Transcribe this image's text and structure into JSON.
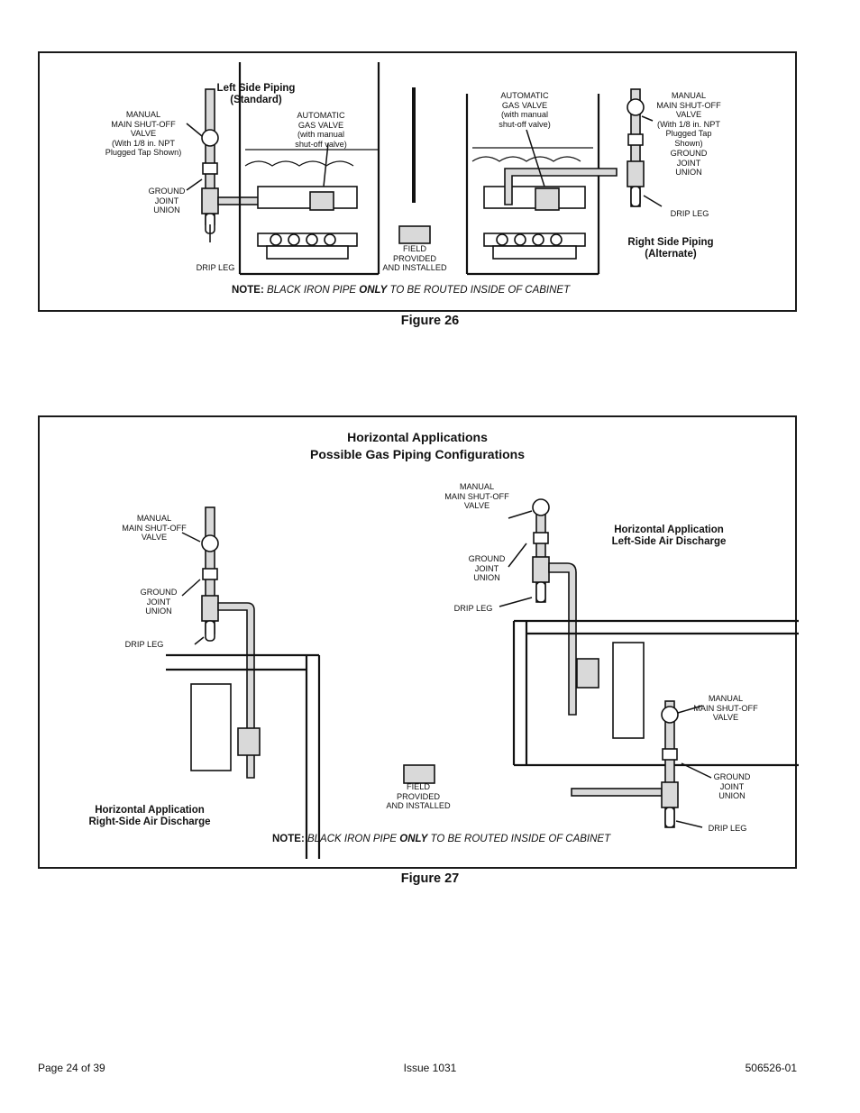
{
  "figure26": {
    "caption": "Figure 26",
    "left_title": "Left Side Piping\n(Standard)",
    "right_title": "Right Side Piping\n(Alternate)",
    "labels": {
      "manual_valve_left": "MANUAL\nMAIN SHUT-OFF\nVALVE\n(With 1/8 in. NPT\nPlugged Tap Shown)",
      "auto_valve_left": "AUTOMATIC\nGAS VALVE\n(with manual\nshut-off valve)",
      "ground_union_left": "GROUND\nJOINT\nUNION",
      "drip_leg_left": "DRIP LEG",
      "field_provided": "FIELD\nPROVIDED\nAND INSTALLED",
      "auto_valve_right": "AUTOMATIC\nGAS VALVE\n(with manual\nshut-off valve)",
      "manual_valve_right": "MANUAL\nMAIN SHUT-OFF\nVALVE\n(With 1/8 in. NPT\nPlugged Tap\nShown)",
      "ground_union_right": "GROUND\nJOINT\nUNION",
      "drip_leg_right": "DRIP LEG"
    },
    "note": {
      "prefix": "NOTE:",
      "text_a": "BLACK IRON PIPE ",
      "emph": "ONLY",
      "text_b": " TO BE ROUTED INSIDE OF CABINET"
    }
  },
  "figure27": {
    "caption": "Figure 27",
    "title_line1": "Horizontal Applications",
    "title_line2": "Possible Gas Piping Configurations",
    "left_app_title": "Horizontal Application\nRight-Side Air Discharge",
    "right_app_title": "Horizontal Application\nLeft-Side Air Discharge",
    "labels": {
      "manual_valve_left": "MANUAL\nMAIN SHUT-OFF\nVALVE",
      "ground_union_left": "GROUND\nJOINT\nUNION",
      "drip_leg_left": "DRIP LEG",
      "manual_valve_top": "MANUAL\nMAIN SHUT-OFF\nVALVE",
      "ground_union_top": "GROUND\nJOINT\nUNION",
      "drip_leg_top": "DRIP LEG",
      "field_provided": "FIELD\nPROVIDED\nAND INSTALLED",
      "manual_valve_right": "MANUAL\nMAIN SHUT-OFF\nVALVE",
      "ground_union_right": "GROUND\nJOINT\nUNION",
      "drip_leg_right": "DRIP LEG"
    },
    "note": {
      "prefix": "NOTE:",
      "text_a": "BLACK IRON PIPE ",
      "emph": "ONLY",
      "text_b": " TO BE ROUTED INSIDE OF CABINET"
    }
  },
  "footer": {
    "page": "Page 24 of 39",
    "issue": "Issue 1031",
    "doc_number": "506526-01"
  }
}
